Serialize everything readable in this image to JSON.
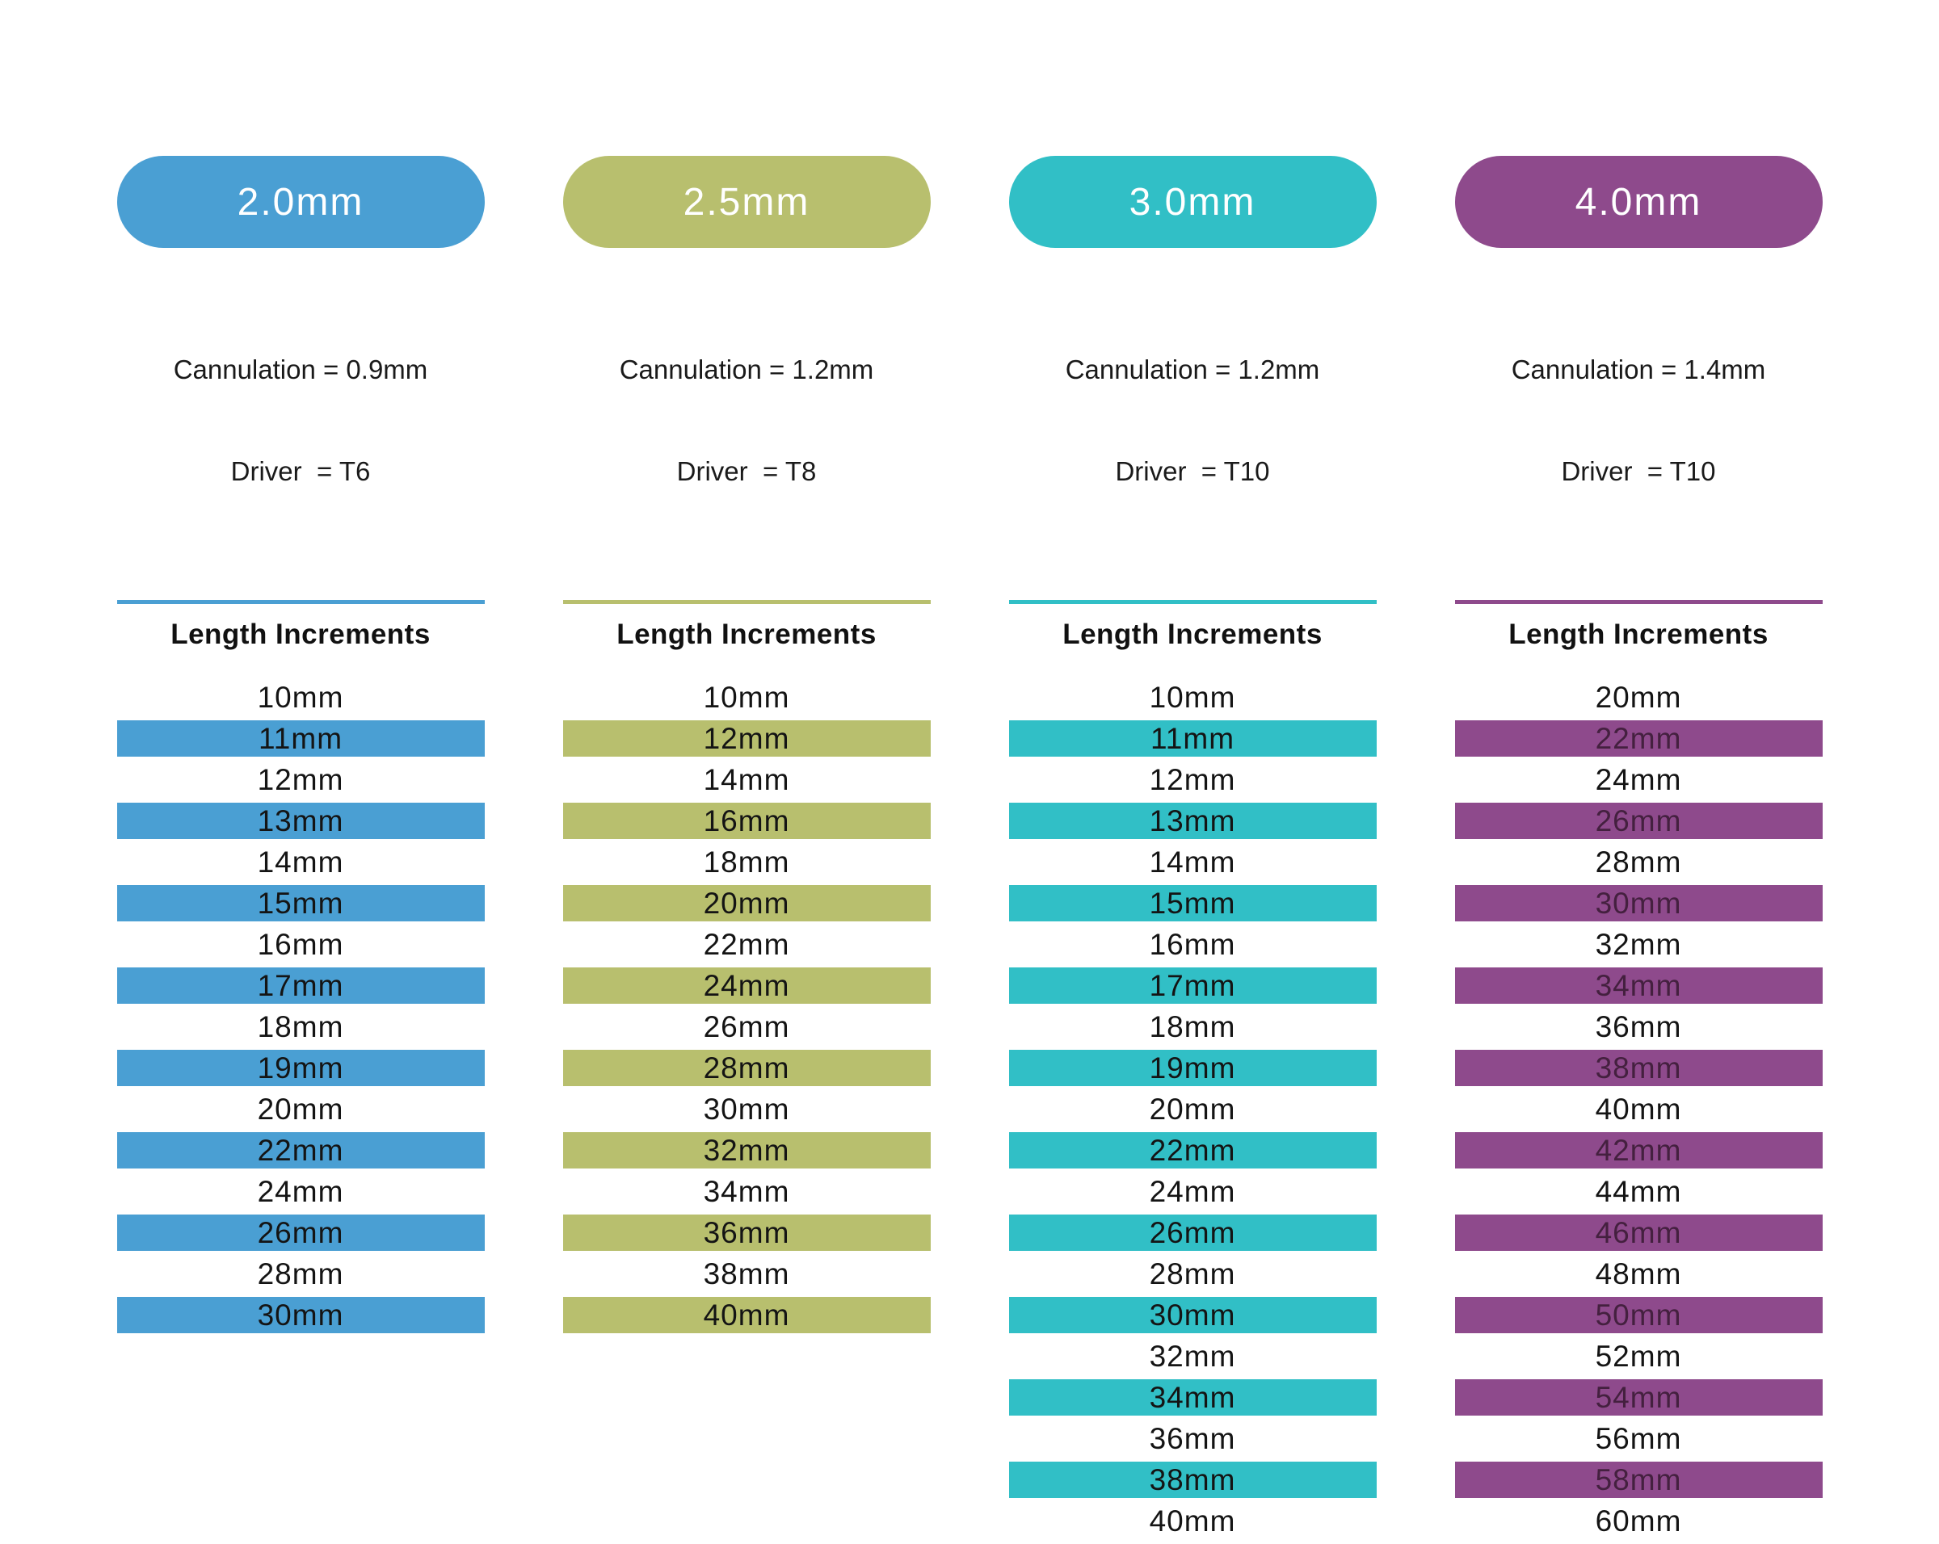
{
  "background_color": "#ffffff",
  "chart_data": {
    "type": "table",
    "description_visible_text_only": "Screw size chart with length increments per diameter",
    "columns": [
      {
        "pill_label": "2.0mm",
        "accent_color": "#4A9FD3",
        "pill_text_color": "#ffffff",
        "highlight_text_color": "#141414",
        "cannulation_label": "Cannulation = 0.9mm",
        "driver_label": "Driver  = T6",
        "length_heading": "Length Increments",
        "lengths": [
          {
            "label": "10mm",
            "highlighted": false
          },
          {
            "label": "11mm",
            "highlighted": true
          },
          {
            "label": "12mm",
            "highlighted": false
          },
          {
            "label": "13mm",
            "highlighted": true
          },
          {
            "label": "14mm",
            "highlighted": false
          },
          {
            "label": "15mm",
            "highlighted": true
          },
          {
            "label": "16mm",
            "highlighted": false
          },
          {
            "label": "17mm",
            "highlighted": true
          },
          {
            "label": "18mm",
            "highlighted": false
          },
          {
            "label": "19mm",
            "highlighted": true
          },
          {
            "label": "20mm",
            "highlighted": false
          },
          {
            "label": "22mm",
            "highlighted": true
          },
          {
            "label": "24mm",
            "highlighted": false
          },
          {
            "label": "26mm",
            "highlighted": true
          },
          {
            "label": "28mm",
            "highlighted": false
          },
          {
            "label": "30mm",
            "highlighted": true
          }
        ]
      },
      {
        "pill_label": "2.5mm",
        "accent_color": "#B8BF6E",
        "pill_text_color": "#ffffff",
        "highlight_text_color": "#141414",
        "cannulation_label": "Cannulation = 1.2mm",
        "driver_label": "Driver  = T8",
        "length_heading": "Length Increments",
        "lengths": [
          {
            "label": "10mm",
            "highlighted": false
          },
          {
            "label": "12mm",
            "highlighted": true
          },
          {
            "label": "14mm",
            "highlighted": false
          },
          {
            "label": "16mm",
            "highlighted": true
          },
          {
            "label": "18mm",
            "highlighted": false
          },
          {
            "label": "20mm",
            "highlighted": true
          },
          {
            "label": "22mm",
            "highlighted": false
          },
          {
            "label": "24mm",
            "highlighted": true
          },
          {
            "label": "26mm",
            "highlighted": false
          },
          {
            "label": "28mm",
            "highlighted": true
          },
          {
            "label": "30mm",
            "highlighted": false
          },
          {
            "label": "32mm",
            "highlighted": true
          },
          {
            "label": "34mm",
            "highlighted": false
          },
          {
            "label": "36mm",
            "highlighted": true
          },
          {
            "label": "38mm",
            "highlighted": false
          },
          {
            "label": "40mm",
            "highlighted": true
          }
        ]
      },
      {
        "pill_label": "3.0mm",
        "accent_color": "#31BFC6",
        "pill_text_color": "#ffffff",
        "highlight_text_color": "#141414",
        "cannulation_label": "Cannulation = 1.2mm",
        "driver_label": "Driver  = T10",
        "length_heading": "Length Increments",
        "lengths": [
          {
            "label": "10mm",
            "highlighted": false
          },
          {
            "label": "11mm",
            "highlighted": true
          },
          {
            "label": "12mm",
            "highlighted": false
          },
          {
            "label": "13mm",
            "highlighted": true
          },
          {
            "label": "14mm",
            "highlighted": false
          },
          {
            "label": "15mm",
            "highlighted": true
          },
          {
            "label": "16mm",
            "highlighted": false
          },
          {
            "label": "17mm",
            "highlighted": true
          },
          {
            "label": "18mm",
            "highlighted": false
          },
          {
            "label": "19mm",
            "highlighted": true
          },
          {
            "label": "20mm",
            "highlighted": false
          },
          {
            "label": "22mm",
            "highlighted": true
          },
          {
            "label": "24mm",
            "highlighted": false
          },
          {
            "label": "26mm",
            "highlighted": true
          },
          {
            "label": "28mm",
            "highlighted": false
          },
          {
            "label": "30mm",
            "highlighted": true
          },
          {
            "label": "32mm",
            "highlighted": false
          },
          {
            "label": "34mm",
            "highlighted": true
          },
          {
            "label": "36mm",
            "highlighted": false
          },
          {
            "label": "38mm",
            "highlighted": true
          },
          {
            "label": "40mm",
            "highlighted": false
          }
        ]
      },
      {
        "pill_label": "4.0mm",
        "accent_color": "#8E4A8C",
        "pill_text_color": "#ffffff",
        "highlight_text_color": "#44203F",
        "cannulation_label": "Cannulation = 1.4mm",
        "driver_label": "Driver  = T10",
        "length_heading": "Length Increments",
        "lengths": [
          {
            "label": "20mm",
            "highlighted": false
          },
          {
            "label": "22mm",
            "highlighted": true
          },
          {
            "label": "24mm",
            "highlighted": false
          },
          {
            "label": "26mm",
            "highlighted": true
          },
          {
            "label": "28mm",
            "highlighted": false
          },
          {
            "label": "30mm",
            "highlighted": true
          },
          {
            "label": "32mm",
            "highlighted": false
          },
          {
            "label": "34mm",
            "highlighted": true
          },
          {
            "label": "36mm",
            "highlighted": false
          },
          {
            "label": "38mm",
            "highlighted": true
          },
          {
            "label": "40mm",
            "highlighted": false
          },
          {
            "label": "42mm",
            "highlighted": true
          },
          {
            "label": "44mm",
            "highlighted": false
          },
          {
            "label": "46mm",
            "highlighted": true
          },
          {
            "label": "48mm",
            "highlighted": false
          },
          {
            "label": "50mm",
            "highlighted": true
          },
          {
            "label": "52mm",
            "highlighted": false
          },
          {
            "label": "54mm",
            "highlighted": true
          },
          {
            "label": "56mm",
            "highlighted": false
          },
          {
            "label": "58mm",
            "highlighted": true
          },
          {
            "label": "60mm",
            "highlighted": false
          }
        ]
      }
    ]
  }
}
